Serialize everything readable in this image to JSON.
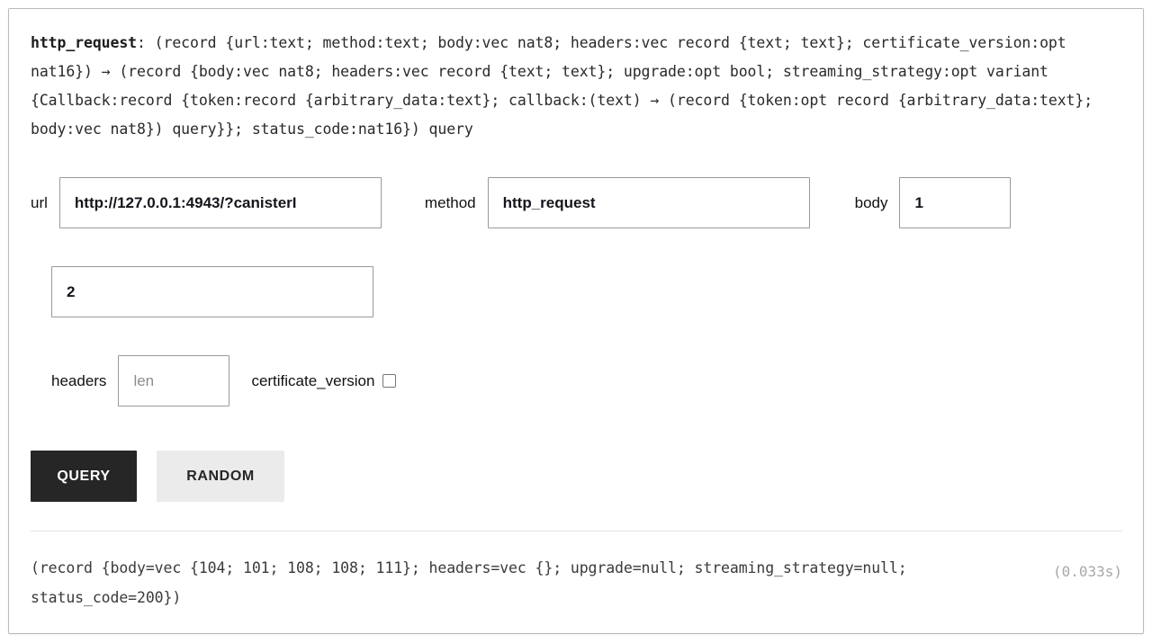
{
  "method": {
    "name": "http_request",
    "signature_rest": ": (record {url:text; method:text; body:vec nat8; headers:vec record {text; text}; certificate_version:opt nat16}) → (record {body:vec nat8; headers:vec record {text; text}; upgrade:opt bool; streaming_strategy:opt variant {Callback:record {token:record {arbitrary_data:text}; callback:(text) → (record {token:opt record {arbitrary_data:text}; body:vec nat8}) query}}; status_code:nat16}) query"
  },
  "fields": {
    "url": {
      "label": "url",
      "value": "http://127.0.0.1:4943/?canisterI",
      "placeholder": "text"
    },
    "method": {
      "label": "method",
      "value": "http_request",
      "placeholder": "text"
    },
    "body": {
      "label": "body",
      "value": "1",
      "placeholder": "len"
    },
    "body_element": {
      "value": "2",
      "placeholder": "nat8"
    },
    "headers": {
      "label": "headers",
      "value": "",
      "placeholder": "len"
    },
    "certificate_version": {
      "label": "certificate_version",
      "checked": false
    }
  },
  "buttons": {
    "query": "QUERY",
    "random": "RANDOM"
  },
  "output": {
    "result": "(record {body=vec {104; 101; 108; 108; 111}; headers=vec {}; upgrade=null; streaming_strategy=null; status_code=200})",
    "duration": "(0.033s)"
  },
  "colors": {
    "primary_button_bg": "#262626",
    "secondary_button_bg": "#ebebeb",
    "card_border": "#b9b9b9",
    "input_border": "#9a9a9a",
    "muted_text": "#a8a8a8"
  }
}
